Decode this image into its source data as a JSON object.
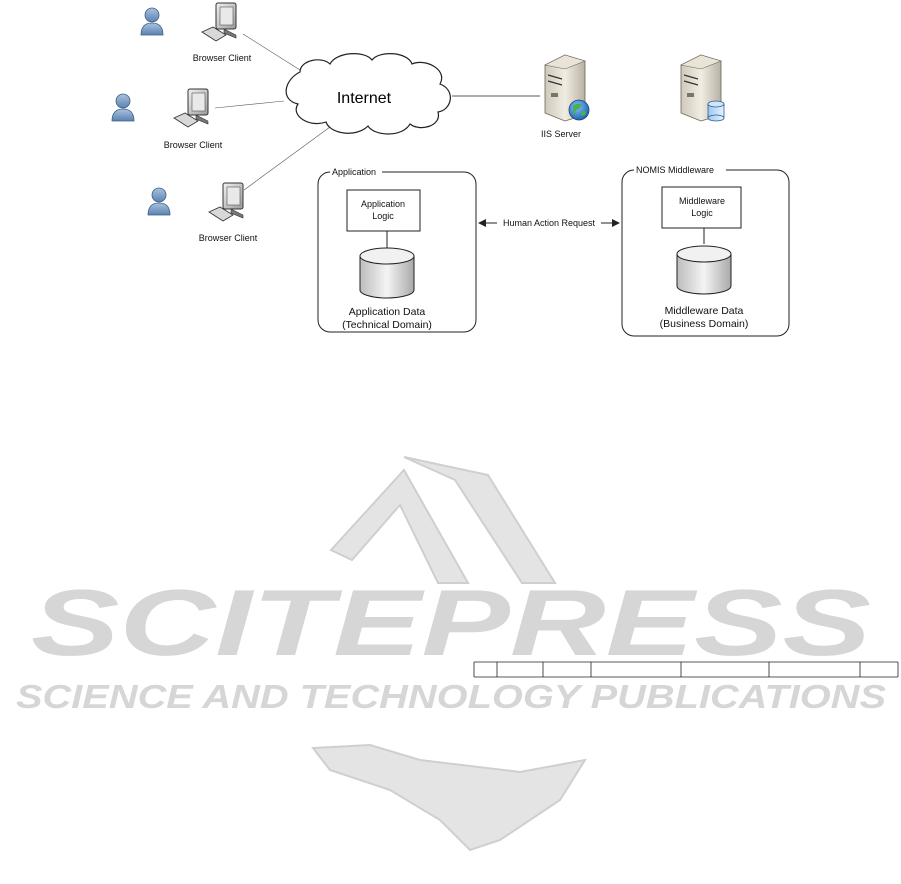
{
  "clients": [
    {
      "label": "Browser Client"
    },
    {
      "label": "Browser Client"
    },
    {
      "label": "Browser Client"
    }
  ],
  "cloud": {
    "label": "Internet"
  },
  "servers": {
    "iis": {
      "label": "IIS Server"
    }
  },
  "application_box": {
    "title": "Application",
    "logic_line1": "Application",
    "logic_line2": "Logic",
    "data_line1": "Application Data",
    "data_line2": "(Technical Domain)"
  },
  "middleware_box": {
    "title": "NOMIS Middleware",
    "logic_line1": "Middleware",
    "logic_line2": "Logic",
    "data_line1": "Middleware Data",
    "data_line2": "(Business Domain)"
  },
  "connector": {
    "label": "Human Action Request"
  },
  "watermark": {
    "line1": "SCITEPRESS",
    "line2": "SCIENCE AND TECHNOLOGY PUBLICATIONS"
  }
}
